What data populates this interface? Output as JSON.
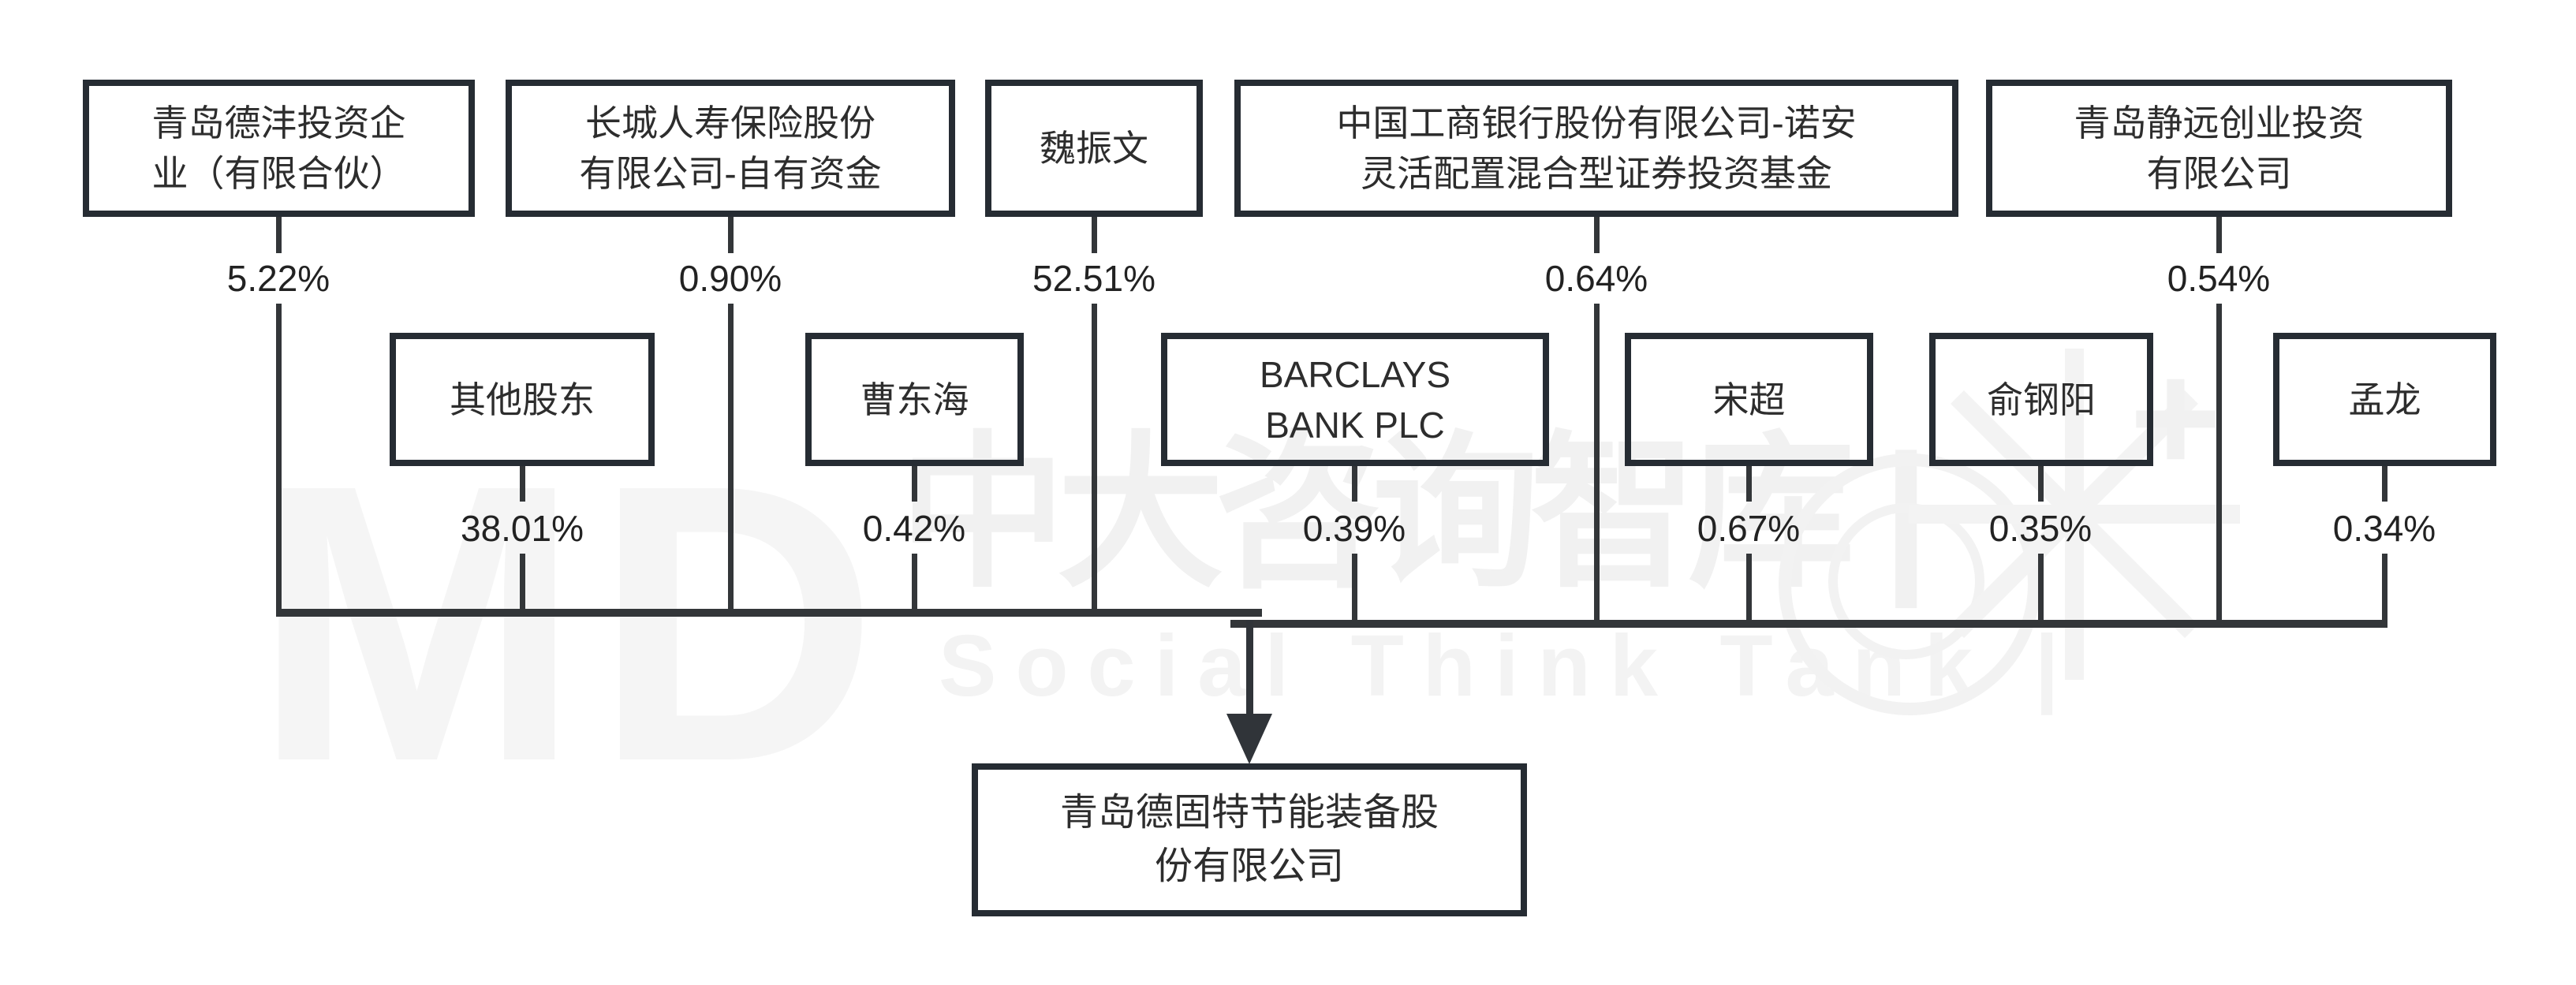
{
  "structure": {
    "top_row": [
      {
        "name": "青岛德沣投资企\n业（有限合伙）",
        "stake": "5.22%"
      },
      {
        "name": "长城人寿保险股份\n有限公司-自有资金",
        "stake": "0.90%"
      },
      {
        "name": "魏振文",
        "stake": "52.51%"
      },
      {
        "name": "中国工商银行股份有限公司-诺安\n灵活配置混合型证券投资基金",
        "stake": "0.64%"
      },
      {
        "name": "青岛静远创业投资\n有限公司",
        "stake": "0.54%"
      }
    ],
    "mid_row": [
      {
        "name": "其他股东",
        "stake": "38.01%"
      },
      {
        "name": "曹东海",
        "stake": "0.42%"
      },
      {
        "name": "BARCLAYS\nBANK PLC",
        "stake": "0.39%"
      },
      {
        "name": "宋超",
        "stake": "0.67%"
      },
      {
        "name": "俞钢阳",
        "stake": "0.35%"
      },
      {
        "name": "孟龙",
        "stake": "0.34%"
      }
    ],
    "company": {
      "name": "青岛德固特节能装备股\n份有限公司"
    }
  },
  "watermark": {
    "logo": "MD",
    "cjk": "中大咨询智库 |",
    "latin": "Social Think Tank |",
    "plus": "+"
  },
  "colors": {
    "box_border": "#262c33",
    "connector_line": "#333639",
    "text": "#2d2d2d",
    "watermark": "#f2f2f2",
    "background": "#ffffff"
  }
}
